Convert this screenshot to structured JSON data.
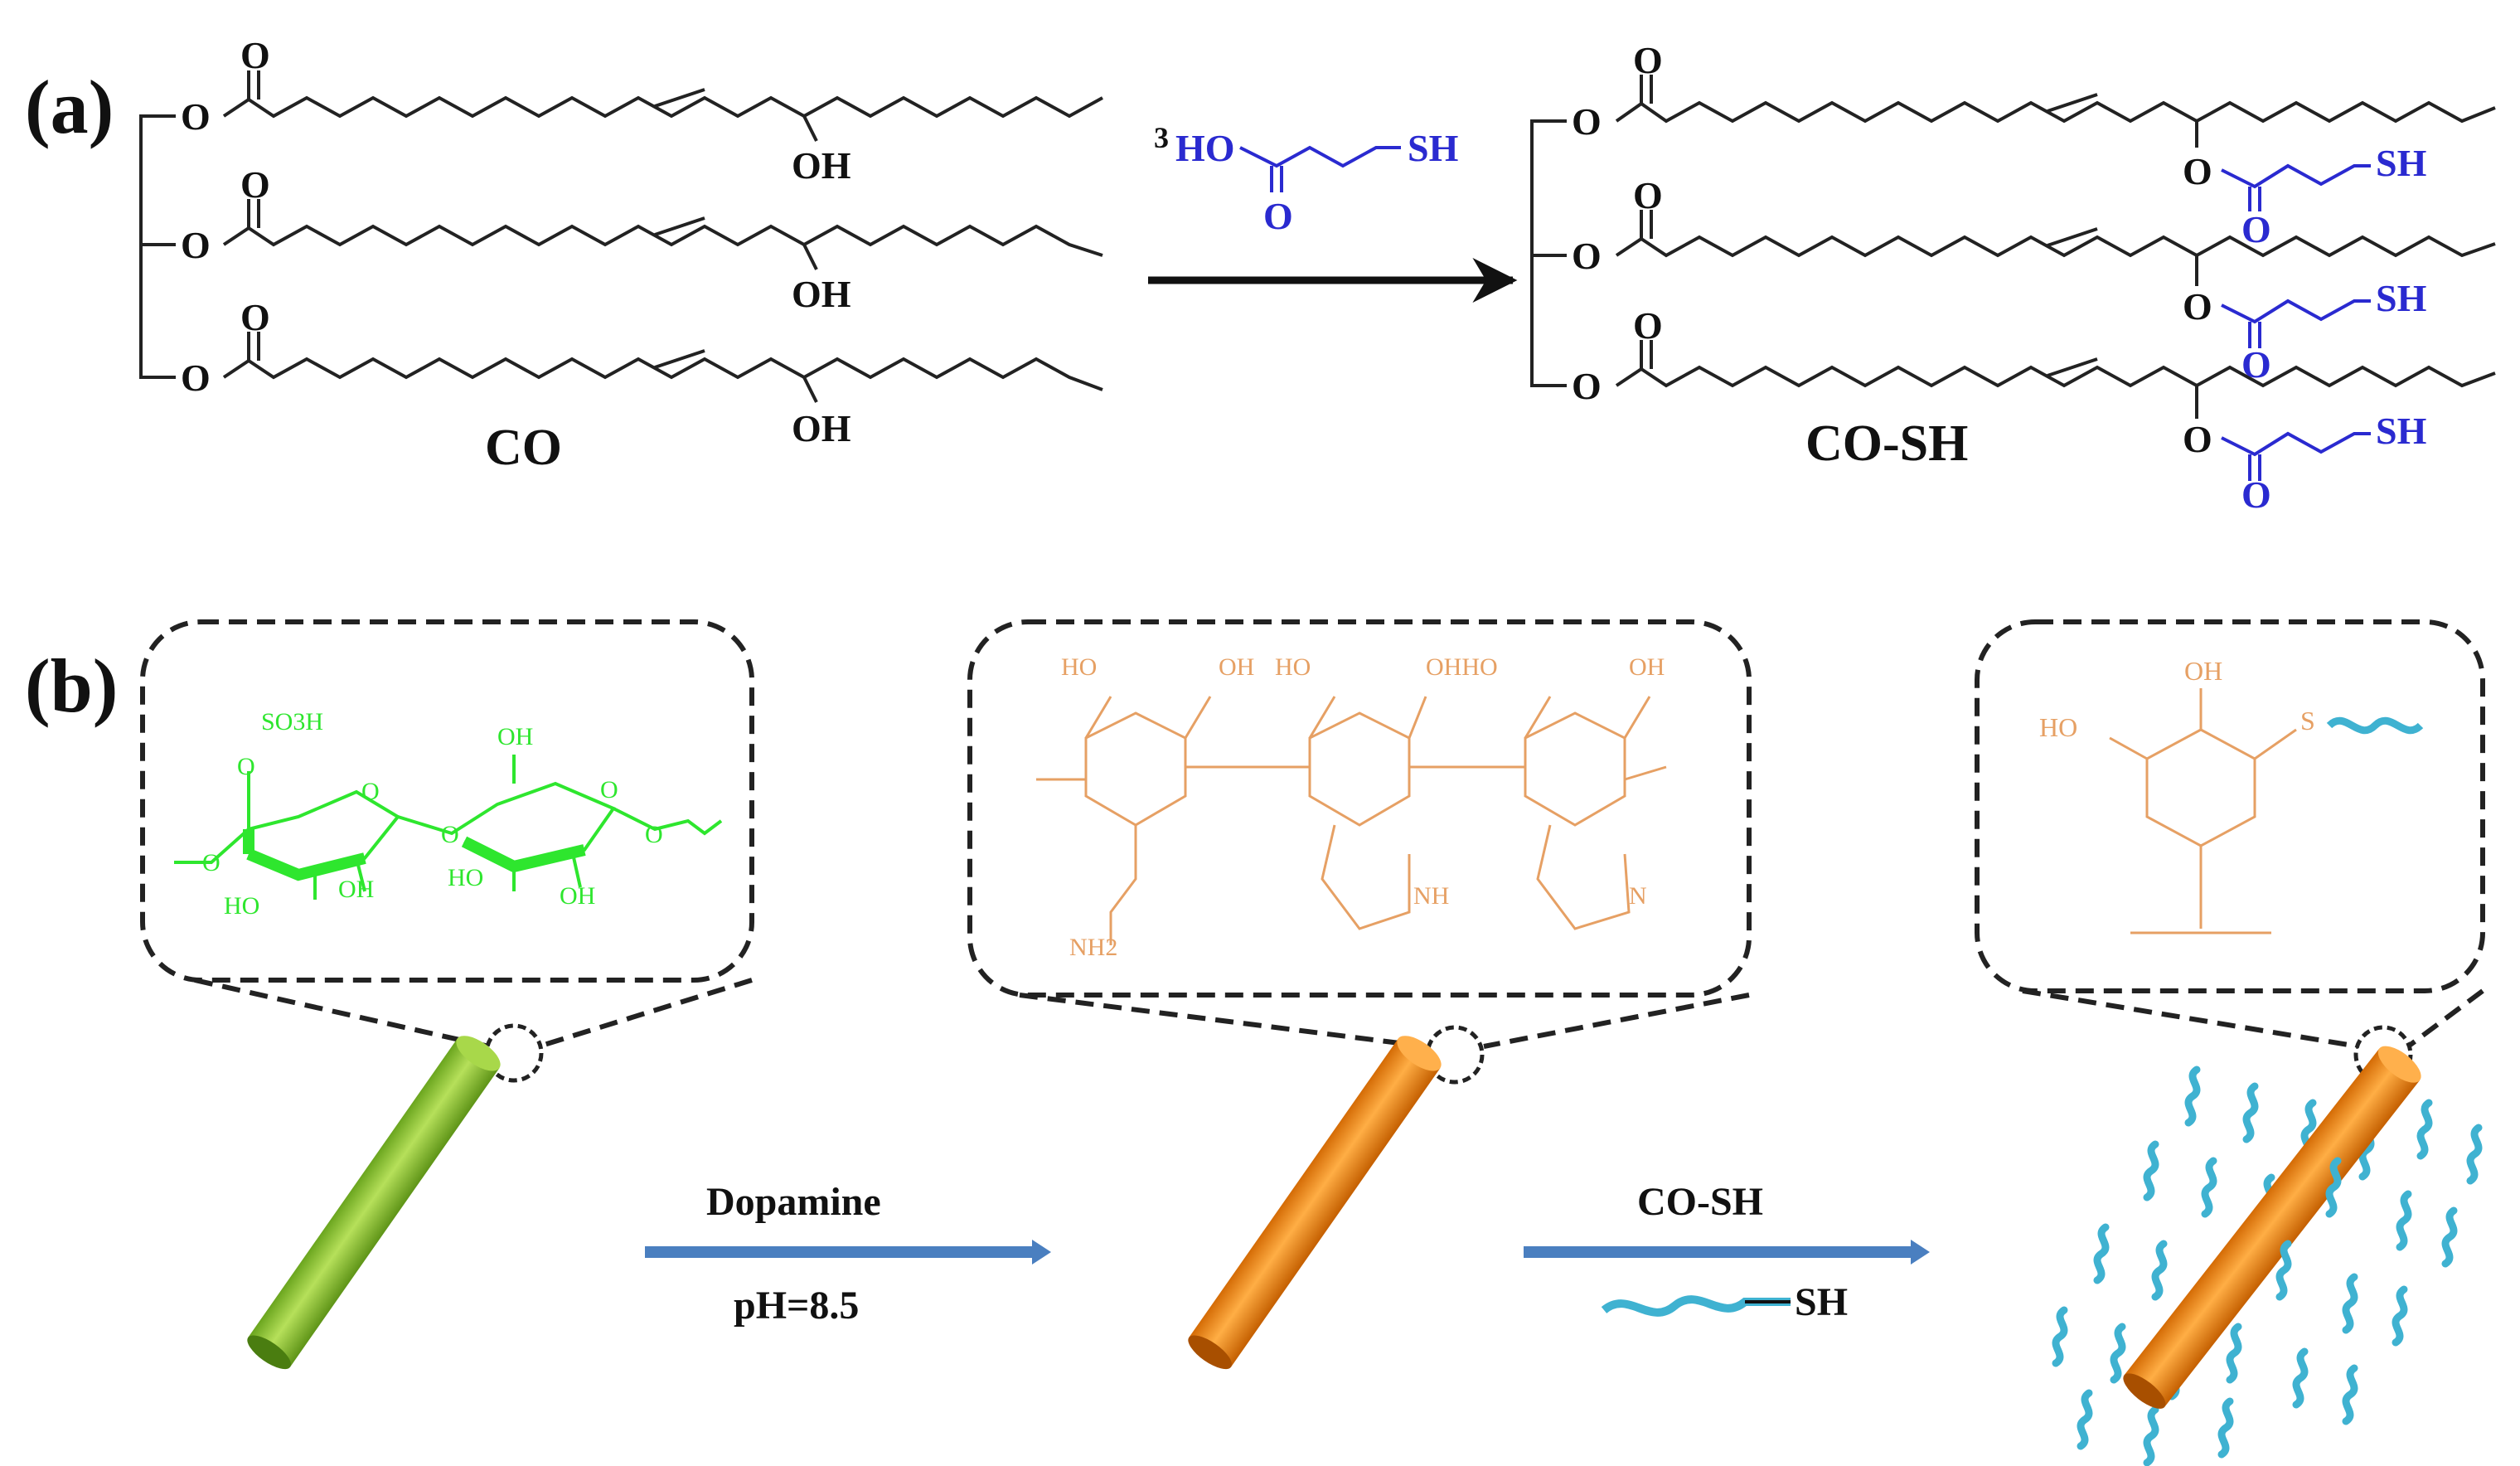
{
  "panel_a": {
    "label": "(a)",
    "reactant_name": "CO",
    "reagent": {
      "prefix": "3",
      "left": "HO",
      "right": "SH",
      "carbonyl": "O"
    },
    "product_name": "CO-SH",
    "ester_o": "O",
    "carbonyl_o": "O",
    "oh": "OH",
    "sh": "SH"
  },
  "panel_b": {
    "label": "(b)",
    "step1": {
      "top": "Dopamine",
      "bottom": "pH=8.5"
    },
    "step2": {
      "top": "CO-SH",
      "bottom": "SH"
    },
    "cellulose": {
      "so3h": "SO3H",
      "oh": "OH",
      "ho": "HO",
      "o": "O"
    },
    "polydopamine": {
      "ho": "HO",
      "oh": "OH",
      "ohho": "OHHO",
      "ohho2": "OHHO",
      "nh": "NH",
      "n": "N",
      "nh2": "NH2"
    },
    "thiol_unit": {
      "oh": "OH",
      "ho": "HO",
      "s": "S"
    }
  },
  "colors": {
    "ink": "#111111",
    "bond": "#222222",
    "reagent": "#2a2ad0",
    "cellulose": "#2ee62e",
    "cellulose_dark": "#1fcf1f",
    "pda": "#e6a064",
    "wave": "#3fb2d1",
    "arrow_blue": "#4a7fc0",
    "rod_green": "#8fca3a",
    "rod_orange": "#f08a1c"
  }
}
